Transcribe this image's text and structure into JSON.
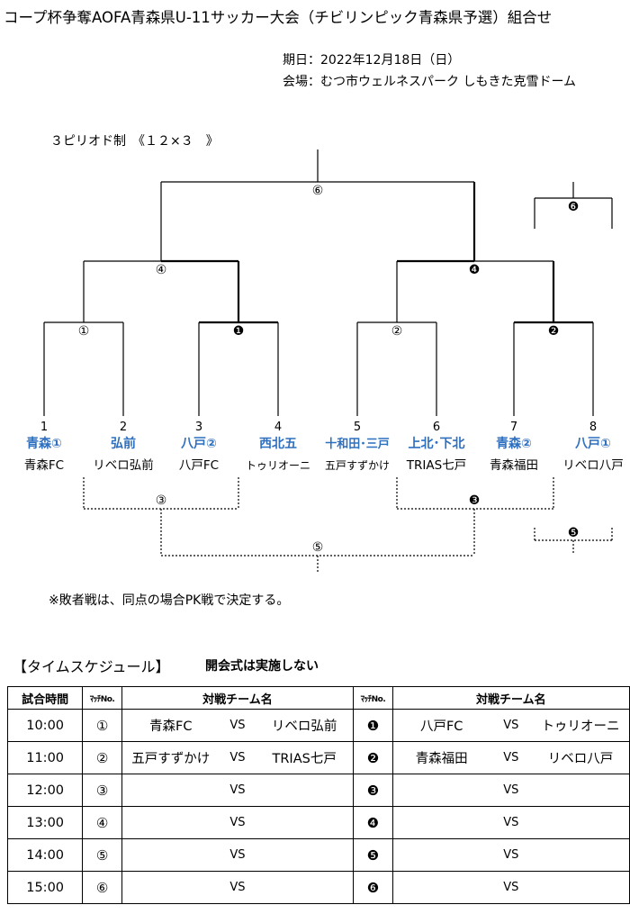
{
  "title": "コープ杯争奪AOFA青森県U-11サッカー大会（チビリンピック青森県予選）組合せ",
  "date": "期日：2022年12月18日（日）",
  "venue": "会場：むつ市ウェルネスパーク しもきた克雪ドーム",
  "format": "３ピリオド制　《１２×３　》",
  "bracket": {
    "final_label": "⑥",
    "third_place_label": "❻",
    "semi_labels": [
      "④",
      "❹"
    ],
    "first_round_labels": [
      "①",
      "❶",
      "②",
      "❷"
    ],
    "loser_labels": [
      "③",
      "❸",
      "⑤",
      "❺"
    ],
    "teams": [
      {
        "no": "1",
        "pref": "青森①",
        "name": "青森FC"
      },
      {
        "no": "2",
        "pref": "弘前",
        "name": "リベロ弘前"
      },
      {
        "no": "3",
        "pref": "八戸②",
        "name": "八戸FC"
      },
      {
        "no": "4",
        "pref": "西北五",
        "name": "トゥリオーニ"
      },
      {
        "no": "5",
        "pref": "十和田･三戸",
        "name": "五戸すずかけ"
      },
      {
        "no": "6",
        "pref": "上北･下北",
        "name": "TRIAS七戸"
      },
      {
        "no": "7",
        "pref": "青森②",
        "name": "青森福田"
      },
      {
        "no": "8",
        "pref": "八戸①",
        "name": "リベロ八戸"
      }
    ]
  },
  "note": "※敗者戦は、同点の場合PK戦で決定する。",
  "schedule_title": "【タイムスケジュール】",
  "schedule_note": "開会式は実施しない",
  "schedule": {
    "headers": {
      "time": "試合時間",
      "match_no": "ﾏｯﾁNo.",
      "teams": "対戦チーム名"
    },
    "vs": "VS",
    "rows": [
      {
        "time": "10:00",
        "m1": "①",
        "a1": "青森FC",
        "b1": "リベロ弘前",
        "m2": "❶",
        "a2": "八戸FC",
        "b2": "トゥリオーニ"
      },
      {
        "time": "11:00",
        "m1": "②",
        "a1": "五戸すずかけ",
        "b1": "TRIAS七戸",
        "m2": "❷",
        "a2": "青森福田",
        "b2": "リベロ八戸"
      },
      {
        "time": "12:00",
        "m1": "③",
        "a1": "",
        "b1": "",
        "m2": "❸",
        "a2": "",
        "b2": ""
      },
      {
        "time": "13:00",
        "m1": "④",
        "a1": "",
        "b1": "",
        "m2": "❹",
        "a2": "",
        "b2": ""
      },
      {
        "time": "14:00",
        "m1": "⑤",
        "a1": "",
        "b1": "",
        "m2": "❺",
        "a2": "",
        "b2": ""
      },
      {
        "time": "15:00",
        "m1": "⑥",
        "a1": "",
        "b1": "",
        "m2": "❻",
        "a2": "",
        "b2": ""
      }
    ]
  }
}
